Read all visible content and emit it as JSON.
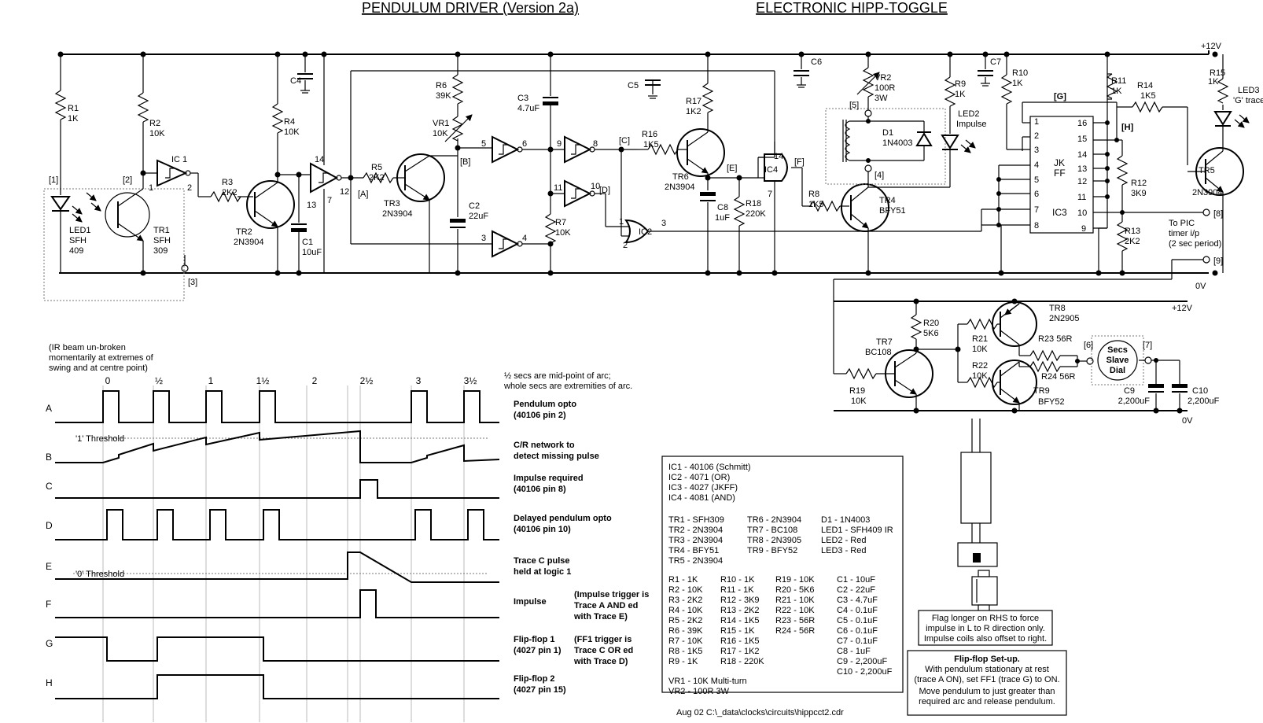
{
  "titles": {
    "left": "PENDULUM DRIVER (Version 2a)",
    "right": "ELECTRONIC HIPP-TOGGLE"
  },
  "rails": {
    "supply": "+12V",
    "ground": "0V",
    "supply2": "+12V",
    "ground2": "0V"
  },
  "components": {
    "r1": [
      "R1",
      "1K"
    ],
    "r2": [
      "R2",
      "10K"
    ],
    "r3": [
      "R3",
      "2K2"
    ],
    "r4": [
      "R4",
      "10K"
    ],
    "r5": [
      "R5",
      "2K2"
    ],
    "r6": [
      "R6",
      "39K"
    ],
    "vr1": [
      "VR1",
      "10K"
    ],
    "r7": [
      "R7",
      "10K"
    ],
    "r8": [
      "R8",
      "1K5"
    ],
    "r9": [
      "R9",
      "1K"
    ],
    "r10": [
      "R10",
      "1K"
    ],
    "r11": [
      "R11",
      "1K"
    ],
    "r12": [
      "R12",
      "3K9"
    ],
    "r13": [
      "R13",
      "2K2"
    ],
    "r14": [
      "R14",
      "1K5"
    ],
    "r15": [
      "R15",
      "1K"
    ],
    "r16": [
      "R16",
      "1K5"
    ],
    "r17": [
      "R17",
      "1K2"
    ],
    "r18": [
      "R18",
      "220K"
    ],
    "r19": [
      "R19",
      "10K"
    ],
    "r20": [
      "R20",
      "5K6"
    ],
    "r21": [
      "R21",
      "10K"
    ],
    "r22": [
      "R22",
      "10K"
    ],
    "r23": "R23 56R",
    "r24": "R24 56R",
    "vr2": [
      "VR2",
      "100R",
      "3W"
    ],
    "c1": [
      "C1",
      "10uF"
    ],
    "c2": [
      "C2",
      "22uF"
    ],
    "c3": [
      "C3",
      "4.7uF"
    ],
    "c4": "C4",
    "c5": "C5",
    "c6": "C6",
    "c7": "C7",
    "c8": [
      "C8",
      "1uF"
    ],
    "c9": [
      "C9",
      "2,200uF"
    ],
    "c10": [
      "C10",
      "2,200uF"
    ],
    "led1": [
      "LED1",
      "SFH",
      "409"
    ],
    "tr1": [
      "TR1",
      "SFH",
      "309"
    ],
    "tr2": [
      "TR2",
      "2N3904"
    ],
    "tr3": [
      "TR3",
      "2N3904"
    ],
    "tr4": [
      "TR4",
      "BFY51"
    ],
    "tr5": [
      "TR5",
      "2N3904"
    ],
    "tr6": [
      "TR6",
      "2N3904"
    ],
    "tr7": [
      "TR7",
      "BC108"
    ],
    "tr8": [
      "TR8",
      "2N2905"
    ],
    "tr9": [
      "TR9",
      "BFY52"
    ],
    "led2": [
      "LED2",
      "Impulse"
    ],
    "led3": [
      "LED3",
      "'G' trace"
    ],
    "d1": [
      "D1",
      "1N4003"
    ],
    "ic1": "IC 1",
    "ic2": "IC2",
    "ic3": "IC3",
    "ic4": "IC4",
    "jkff": [
      "JK",
      "FF"
    ],
    "dial": [
      "Secs",
      "Slave",
      "Dial"
    ],
    "pic": [
      "To PIC",
      "timer i/p",
      "(2 sec period)"
    ]
  },
  "nodes": [
    "[1]",
    "[2]",
    "[3]",
    "[4]",
    "[5]",
    "[6]",
    "[7]",
    "[8]",
    "[9]",
    "[A]",
    "[B]",
    "[C]",
    "[D]",
    "[E]",
    "[F]",
    "[G]",
    "[H]"
  ],
  "pins": {
    "ic1": [
      "1",
      "2"
    ],
    "n14": "14",
    "n13": "13",
    "n7": "7",
    "n12": "12",
    "g5": "5",
    "g6": "6",
    "g9": "9",
    "g8": "8",
    "g11": "11",
    "g10": "10",
    "g3": "3",
    "g4": "4",
    "or": [
      "1",
      "2",
      "3"
    ],
    "and": [
      "14",
      "7"
    ],
    "ffl": [
      "1",
      "2",
      "3",
      "4",
      "5",
      "6",
      "7",
      "8"
    ],
    "ffr": [
      "16",
      "15",
      "14",
      "13",
      "12",
      "11",
      "10",
      "9"
    ]
  },
  "timing": {
    "ir_note": [
      "(IR beam un-broken",
      "momentarily at extremes of",
      "swing and at centre point)"
    ],
    "ticks": [
      "0",
      "½",
      "1",
      "1½",
      "2",
      "2½",
      "3",
      "3½"
    ],
    "tick_note": [
      "½ secs are mid-point of arc;",
      "whole secs are extremities of arc."
    ],
    "threshold1": "'1' Threshold",
    "threshold0": "'0' Threshold",
    "traces": [
      {
        "id": "A",
        "desc": [
          "Pendulum opto",
          "(40106 pin 2)"
        ]
      },
      {
        "id": "B",
        "desc": [
          "C/R network to",
          "detect missing pulse"
        ]
      },
      {
        "id": "C",
        "desc": [
          "Impulse required",
          "(40106 pin 8)"
        ]
      },
      {
        "id": "D",
        "desc": [
          "Delayed pendulum opto",
          "(40106 pin 10)"
        ]
      },
      {
        "id": "E",
        "desc": [
          "Trace C pulse",
          "held at logic 1"
        ]
      },
      {
        "id": "F",
        "desc": [
          "Impulse"
        ]
      },
      {
        "id": "G",
        "desc": [
          "Flip-flop 1",
          "(4027 pin 1)"
        ]
      },
      {
        "id": "H",
        "desc": [
          "Flip-flop 2",
          "(4027 pin 15)"
        ]
      }
    ],
    "note_f": [
      "(Impulse trigger is",
      "Trace A  AND ed",
      "with Trace E)"
    ],
    "note_g": [
      "(FF1 trigger is",
      "Trace C  OR ed",
      "with Trace D)"
    ]
  },
  "parts_list": {
    "ics": [
      "IC1 - 40106 (Schmitt)",
      "IC2 - 4071  (OR)",
      "IC3 - 4027  (JKFF)",
      "IC4 - 4081  (AND)"
    ],
    "col1": [
      "TR1 - SFH309",
      "TR2 - 2N3904",
      "TR3 - 2N3904",
      "TR4 - BFY51",
      "TR5 - 2N3904"
    ],
    "col2": [
      "TR6 - 2N3904",
      "TR7 - BC108",
      "TR8 - 2N3905",
      "TR9 - BFY52"
    ],
    "col3": [
      "D1 - 1N4003",
      "LED1 - SFH409 IR",
      "LED2 - Red",
      "LED3 - Red"
    ],
    "res1": [
      "R1 - 1K",
      "R2 - 10K",
      "R3 - 2K2",
      "R4 - 10K",
      "R5 - 2K2",
      "R6 - 39K",
      "R7 - 10K",
      "R8 - 1K5",
      "R9 - 1K"
    ],
    "res2": [
      "R10 - 1K",
      "R11 - 1K",
      "R12 - 3K9",
      "R13 - 2K2",
      "R14 - 1K5",
      "R15 - 1K",
      "R16 - 1K5",
      "R17 - 1K2",
      "R18 - 220K"
    ],
    "res3": [
      "R19 - 10K",
      "R20 - 5K6",
      "R21 - 10K",
      "R22 - 10K",
      "R23 - 56R",
      "R24 - 56R"
    ],
    "caps": [
      "C1 - 10uF",
      "C2 - 22uF",
      "C3 - 4.7uF",
      "C4 - 0.1uF",
      "C5 - 0.1uF",
      "C6 - 0.1uF",
      "C7 - 0.1uF",
      "C8 - 1uF",
      "C9 - 2,200uF",
      "C10 - 2,200uF"
    ],
    "vrs": [
      "VR1 - 10K Multi-turn",
      "VR2 - 100R 3W"
    ]
  },
  "footer": "Aug 02     C:\\_data\\clocks\\circuits\\hippcct2.cdr",
  "flag_note": [
    "Flag longer on RHS to force",
    "impulse in L to R direction only.",
    "Impulse coils also offset to right."
  ],
  "setup": {
    "title": "Flip-flop Set-up.",
    "lines": [
      "With pendulum stationary at rest",
      "(trace A ON), set FF1 (trace G) to ON.",
      "Move pendulum to just greater than",
      "required arc and release pendulum."
    ]
  }
}
